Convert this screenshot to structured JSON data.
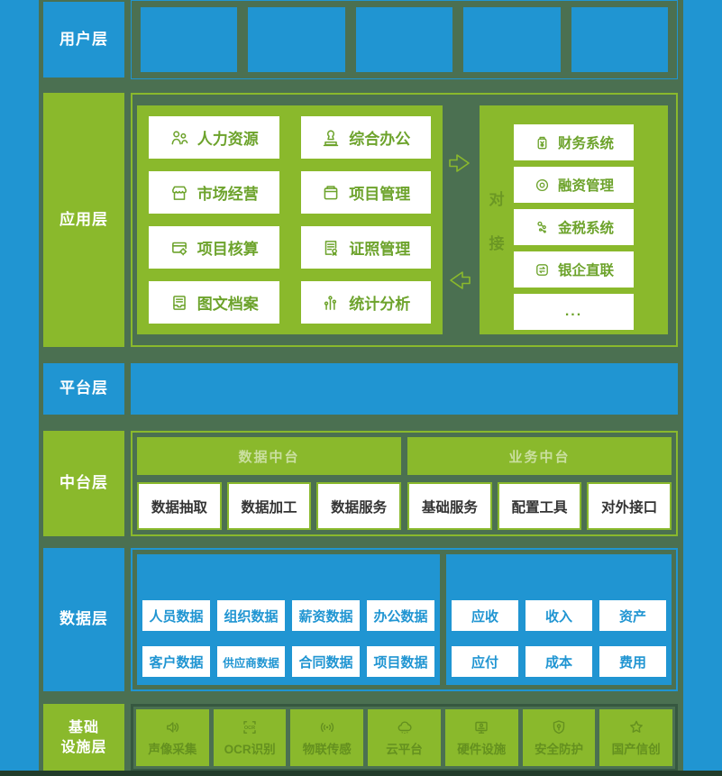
{
  "colors": {
    "blue": "#2095d2",
    "green": "#8ab92c",
    "background": "#4b7051",
    "olive_text": "#64901f",
    "dark_text": "#333333"
  },
  "layers": {
    "user": {
      "label": "用户层",
      "box_count": 5
    },
    "app": {
      "label": "应用层",
      "modules": [
        {
          "icon": "people-icon",
          "label": "人力资源"
        },
        {
          "icon": "stamp-icon",
          "label": "综合办公"
        },
        {
          "icon": "storefront-icon",
          "label": "市场经营"
        },
        {
          "icon": "project-board-icon",
          "label": "项目管理"
        },
        {
          "icon": "card-gear-icon",
          "label": "项目核算"
        },
        {
          "icon": "certificate-icon",
          "label": "证照管理"
        },
        {
          "icon": "document-archive-icon",
          "label": "图文档案"
        },
        {
          "icon": "bar-chart-icon",
          "label": "统计分析"
        }
      ],
      "connector": {
        "char1": "对",
        "char2": "接"
      },
      "external_systems": [
        {
          "icon": "cash-jar-icon",
          "label": "财务系统"
        },
        {
          "icon": "coin-icon",
          "label": "融资管理"
        },
        {
          "icon": "bubbles-icon",
          "label": "金税系统"
        },
        {
          "icon": "exchange-icon",
          "label": "银企直联"
        },
        {
          "icon": "",
          "label": "..."
        }
      ]
    },
    "platform": {
      "label": "平台层"
    },
    "middle": {
      "label": "中台层",
      "groups": [
        {
          "header": "数据中台",
          "items": [
            "数据抽取",
            "数据加工",
            "数据服务"
          ]
        },
        {
          "header": "业务中台",
          "items": [
            "基础服务",
            "配置工具",
            "对外接口"
          ]
        }
      ]
    },
    "data": {
      "label": "数据层",
      "left_rows": [
        [
          "人员数据",
          "组织数据",
          "薪资数据",
          "办公数据"
        ],
        [
          "客户数据",
          "供应商数据",
          "合同数据",
          "项目数据"
        ]
      ],
      "right_rows": [
        [
          "应收",
          "收入",
          "资产"
        ],
        [
          "应付",
          "成本",
          "费用"
        ]
      ]
    },
    "infra": {
      "label_line1": "基础",
      "label_line2": "设施层",
      "items": [
        {
          "icon": "speaker-icon",
          "label": "声像采集"
        },
        {
          "icon": "ocr-icon",
          "label": "OCR识别"
        },
        {
          "icon": "signal-icon",
          "label": "物联传感"
        },
        {
          "icon": "cloud-icon",
          "label": "云平台"
        },
        {
          "icon": "hardware-icon",
          "label": "硬件设施"
        },
        {
          "icon": "shield-icon",
          "label": "安全防护"
        },
        {
          "icon": "star-icon",
          "label": "国产信创"
        }
      ]
    }
  }
}
